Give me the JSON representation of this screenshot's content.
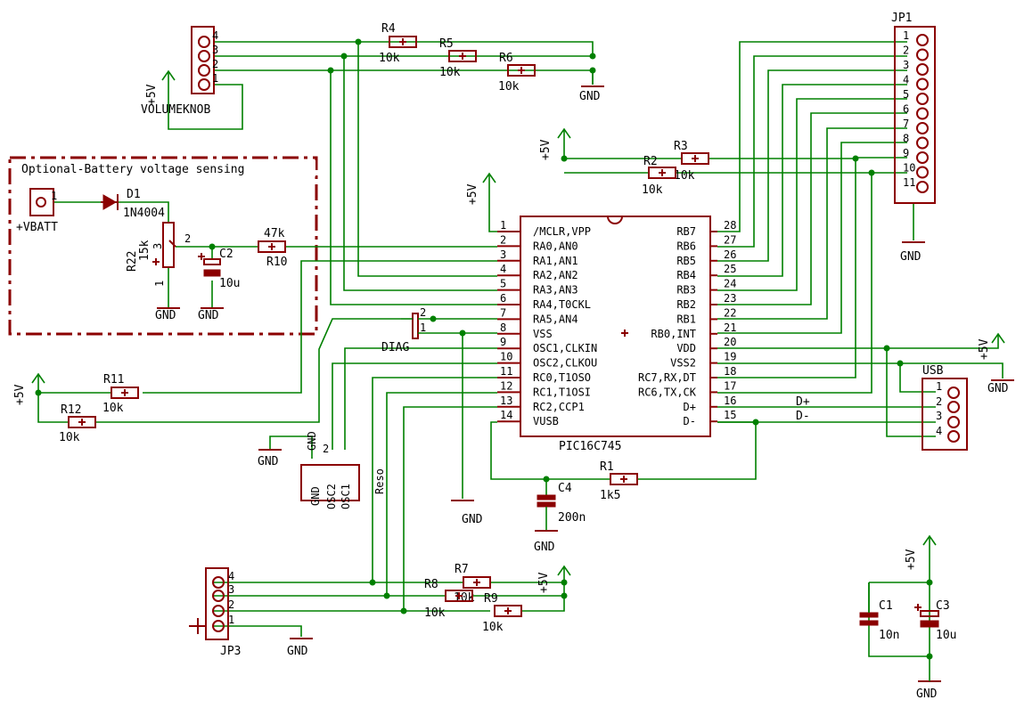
{
  "colors": {
    "wire": "#008000",
    "part": "#8b0000",
    "text": "#000000",
    "background": "#ffffff"
  },
  "ic": {
    "name": "PIC16C745",
    "left_pins": [
      {
        "num": "1",
        "label": "/MCLR,VPP"
      },
      {
        "num": "2",
        "label": "RA0,AN0"
      },
      {
        "num": "3",
        "label": "RA1,AN1"
      },
      {
        "num": "4",
        "label": "RA2,AN2"
      },
      {
        "num": "5",
        "label": "RA3,AN3"
      },
      {
        "num": "6",
        "label": "RA4,T0CKL"
      },
      {
        "num": "7",
        "label": "RA5,AN4"
      },
      {
        "num": "8",
        "label": "VSS"
      },
      {
        "num": "9",
        "label": "OSC1,CLKIN"
      },
      {
        "num": "10",
        "label": "OSC2,CLKOU"
      },
      {
        "num": "11",
        "label": "RC0,T1OSO"
      },
      {
        "num": "12",
        "label": "RC1,T1OSI"
      },
      {
        "num": "13",
        "label": "RC2,CCP1"
      },
      {
        "num": "14",
        "label": "VUSB"
      }
    ],
    "right_pins": [
      {
        "num": "28",
        "label": "RB7"
      },
      {
        "num": "27",
        "label": "RB6"
      },
      {
        "num": "26",
        "label": "RB5"
      },
      {
        "num": "25",
        "label": "RB4"
      },
      {
        "num": "24",
        "label": "RB3"
      },
      {
        "num": "23",
        "label": "RB2"
      },
      {
        "num": "22",
        "label": "RB1"
      },
      {
        "num": "21",
        "label": "RB0,INT"
      },
      {
        "num": "20",
        "label": "VDD"
      },
      {
        "num": "19",
        "label": "VSS2"
      },
      {
        "num": "18",
        "label": "RC7,RX,DT"
      },
      {
        "num": "17",
        "label": "RC6,TX,CK"
      },
      {
        "num": "16",
        "label": "D+"
      },
      {
        "num": "15",
        "label": "D-"
      }
    ]
  },
  "resistors": {
    "r1": {
      "name": "R1",
      "value": "1k5"
    },
    "r2": {
      "name": "R2",
      "value": "10k"
    },
    "r3": {
      "name": "R3",
      "value": "10k"
    },
    "r4": {
      "name": "R4",
      "value": "10k"
    },
    "r5": {
      "name": "R5",
      "value": "10k"
    },
    "r6": {
      "name": "R6",
      "value": "10k"
    },
    "r7": {
      "name": "R7",
      "value": "10k"
    },
    "r8": {
      "name": "R8",
      "value": "10k"
    },
    "r9": {
      "name": "R9",
      "value": "10k"
    },
    "r10": {
      "name": "R10",
      "value": "47k"
    },
    "r11": {
      "name": "R11",
      "value": "10k"
    },
    "r12": {
      "name": "R12",
      "value": "10k"
    },
    "r22": {
      "name": "R22",
      "value": "15k"
    }
  },
  "capacitors": {
    "c1": {
      "name": "C1",
      "value": "10n"
    },
    "c2": {
      "name": "C2",
      "value": "10u"
    },
    "c3": {
      "name": "C3",
      "value": "10u"
    },
    "c4": {
      "name": "C4",
      "value": "200n"
    }
  },
  "diode": {
    "name": "D1",
    "value": "1N4004"
  },
  "connectors": {
    "jp1": {
      "name": "JP1",
      "pins": [
        "1",
        "2",
        "3",
        "4",
        "5",
        "6",
        "7",
        "8",
        "9",
        "10",
        "11"
      ]
    },
    "jp3": {
      "name": "JP3",
      "pins": [
        "4",
        "3",
        "2",
        "1"
      ]
    },
    "usb": {
      "name": "USB",
      "pins": [
        "1",
        "2",
        "3",
        "4"
      ]
    },
    "volume": {
      "name": "VOLUMEKNOB",
      "pins": [
        "4",
        "3",
        "2",
        "1"
      ]
    },
    "vbatt": {
      "name": "+VBATT",
      "pin": "1"
    },
    "resonator": {
      "name": "Reso",
      "pins": [
        "GND",
        "OSC2",
        "OSC1"
      ],
      "pin_num": "2"
    },
    "diag": {
      "name": "DIAG",
      "pin_top": "2",
      "pin_bottom": "1"
    }
  },
  "battery_section": {
    "title": "Optional-Battery voltage sensing"
  },
  "nets": {
    "gnd": "GND",
    "vcc": "+5V",
    "d_plus": "D+",
    "d_minus": "D-"
  },
  "pot_pins": {
    "top": "3",
    "wiper": "2",
    "bottom": "1"
  }
}
